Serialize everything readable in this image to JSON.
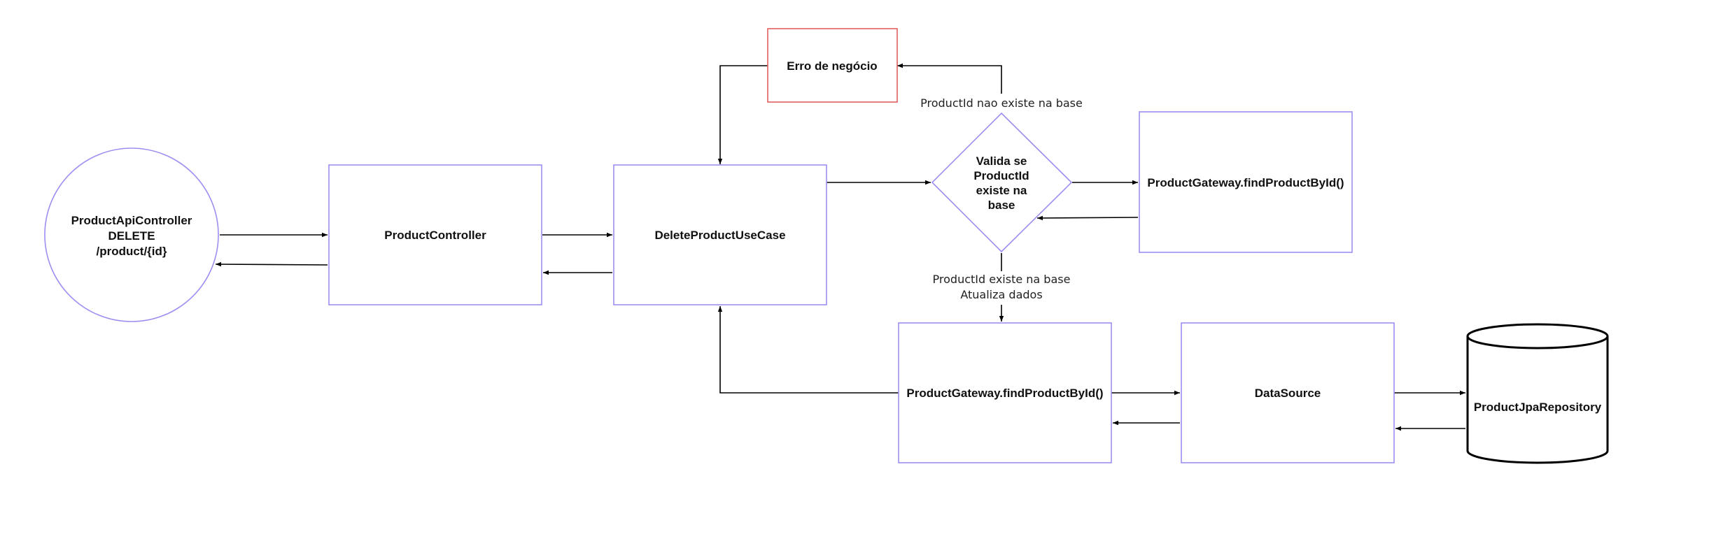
{
  "nodes": {
    "api_controller": {
      "lines": [
        "ProductApiController",
        "DELETE",
        "/product/{id}"
      ]
    },
    "product_controller": {
      "label": "ProductController"
    },
    "delete_use_case": {
      "label": "DeleteProductUseCase"
    },
    "business_error": {
      "label": "Erro de negócio"
    },
    "validation_decision": {
      "lines": [
        "Valida se",
        "ProductId",
        "existe na",
        "base"
      ]
    },
    "gateway_find_top": {
      "label": "ProductGateway.findProductById()"
    },
    "gateway_find_bottom": {
      "label": "ProductGateway.findProductById()"
    },
    "data_source": {
      "label": "DataSource"
    },
    "jpa_repository": {
      "label": "ProductJpaRepository"
    }
  },
  "edge_labels": {
    "not_exists": "ProductId nao existe na base",
    "exists_line1": "ProductId existe na base",
    "exists_line2": "Atualiza dados"
  },
  "colors": {
    "node_border": "#9b8ff0",
    "error_border": "#e06060",
    "edge": "#000000"
  }
}
